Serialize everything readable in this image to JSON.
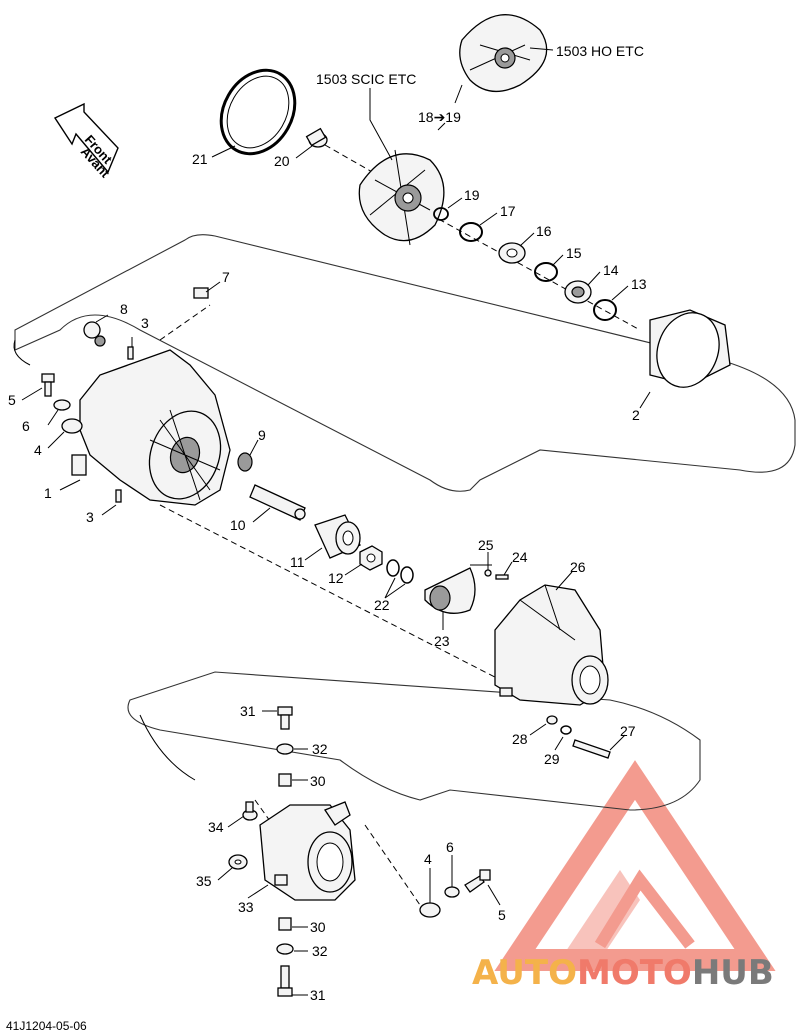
{
  "diagram": {
    "code": "41J1204-05-06",
    "direction_labels": [
      "Front",
      "Avant"
    ],
    "callouts": {
      "ho_etc": "1503 HO ETC",
      "scic_etc": "1503 SCIC ETC",
      "range_18_19": "18➔19"
    },
    "parts": {
      "p1": "1",
      "p2": "2",
      "p3": "3",
      "p4": "4",
      "p5": "5",
      "p6": "6",
      "p7": "7",
      "p8": "8",
      "p9": "9",
      "p10": "10",
      "p11": "11",
      "p12": "12",
      "p13": "13",
      "p14": "14",
      "p15": "15",
      "p16": "16",
      "p17": "17",
      "p19": "19",
      "p20": "20",
      "p21": "21",
      "p22": "22",
      "p23": "23",
      "p24": "24",
      "p25": "25",
      "p26": "26",
      "p27": "27",
      "p28": "28",
      "p29": "29",
      "p30": "30",
      "p31": "31",
      "p32": "32",
      "p33": "33",
      "p34": "34",
      "p35": "35"
    }
  },
  "watermark": {
    "auto": "AUTO",
    "moto": "MOTO",
    "hub": "HUB",
    "colors": {
      "accent": "#f07a6a",
      "orange": "#f4b24a",
      "gray": "#7a7a7a"
    }
  }
}
